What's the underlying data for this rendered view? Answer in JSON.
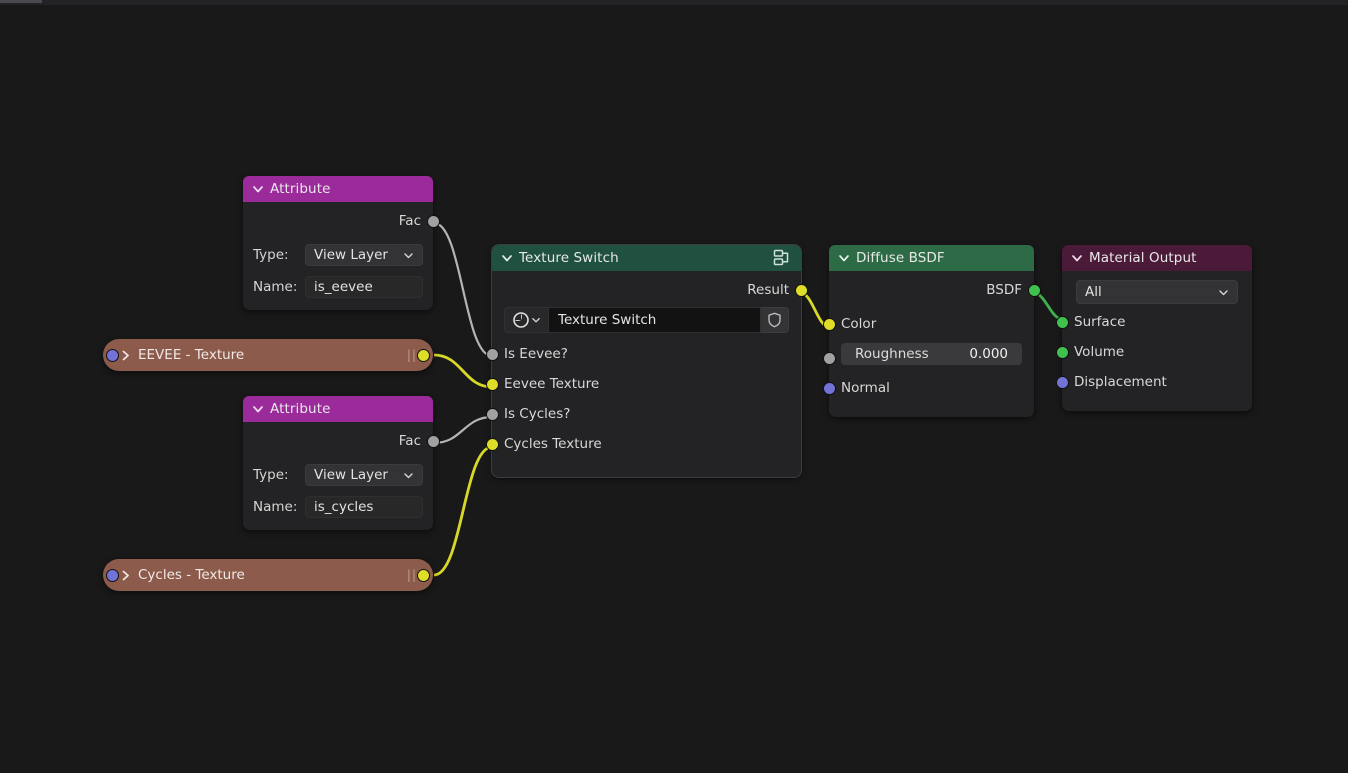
{
  "app": {
    "editor": "blender-shader-node-editor",
    "background": "#191919"
  },
  "colors": {
    "attribute_header": "#9B2A9B",
    "group_header": "#1F5040",
    "shader_header": "#2C6B45",
    "output_header": "#4A1A38",
    "collapsed_node": "#8C5B4B",
    "socket_gray": "#A1A1A1",
    "socket_yellow": "#DEDE28",
    "socket_green": "#3FC14D",
    "socket_purple": "#7372D6",
    "node_body": "#232325"
  },
  "nodes": {
    "attribute_eevee": {
      "title": "Attribute",
      "outputs": [
        {
          "label": "Fac",
          "socket": "gray"
        }
      ],
      "props": [
        {
          "label": "Type:",
          "value": "View Layer",
          "widget": "dropdown"
        },
        {
          "label": "Name:",
          "value": "is_eevee",
          "widget": "text"
        }
      ]
    },
    "attribute_cycles": {
      "title": "Attribute",
      "outputs": [
        {
          "label": "Fac",
          "socket": "gray"
        }
      ],
      "props": [
        {
          "label": "Type:",
          "value": "View Layer",
          "widget": "dropdown"
        },
        {
          "label": "Name:",
          "value": "is_cycles",
          "widget": "text"
        }
      ]
    },
    "eevee_texture": {
      "title": "EEVEE - Texture",
      "collapsed": true,
      "input_socket": "purple",
      "output_socket": "yellow",
      "grip": "||"
    },
    "cycles_texture": {
      "title": "Cycles - Texture",
      "collapsed": true,
      "input_socket": "purple",
      "output_socket": "yellow",
      "grip": "||"
    },
    "texture_switch": {
      "title": "Texture Switch",
      "header_icon": "node-group-icon",
      "outputs": [
        {
          "label": "Result",
          "socket": "yellow"
        }
      ],
      "datablock": {
        "icon": "nodetree-icon",
        "name": "Texture Switch",
        "shield": "fake-user-shield-icon"
      },
      "inputs": [
        {
          "label": "Is Eevee?",
          "socket": "gray"
        },
        {
          "label": "Eevee Texture",
          "socket": "yellow"
        },
        {
          "label": "Is Cycles?",
          "socket": "gray"
        },
        {
          "label": "Cycles Texture",
          "socket": "yellow"
        }
      ]
    },
    "diffuse_bsdf": {
      "title": "Diffuse BSDF",
      "outputs": [
        {
          "label": "BSDF",
          "socket": "green"
        }
      ],
      "inputs": [
        {
          "label": "Color",
          "socket": "yellow",
          "widget": "none"
        },
        {
          "label": "Roughness",
          "socket": "gray",
          "widget": "slider",
          "value": "0.000"
        },
        {
          "label": "Normal",
          "socket": "purple",
          "widget": "none"
        }
      ]
    },
    "material_output": {
      "title": "Material Output",
      "target": {
        "value": "All",
        "widget": "dropdown"
      },
      "inputs": [
        {
          "label": "Surface",
          "socket": "green"
        },
        {
          "label": "Volume",
          "socket": "green"
        },
        {
          "label": "Displacement",
          "socket": "purple"
        }
      ]
    }
  },
  "links": [
    {
      "from": "attribute_eevee.Fac",
      "to": "texture_switch.Is Eevee?",
      "color": "#B4B4B4"
    },
    {
      "from": "eevee_texture.out",
      "to": "texture_switch.Eevee Texture",
      "color": "#D8D828"
    },
    {
      "from": "attribute_cycles.Fac",
      "to": "texture_switch.Is Cycles?",
      "color": "#B4B4B4"
    },
    {
      "from": "cycles_texture.out",
      "to": "texture_switch.Cycles Texture",
      "color": "#D8D828"
    },
    {
      "from": "texture_switch.Result",
      "to": "diffuse_bsdf.Color",
      "color": "#D8D828"
    },
    {
      "from": "diffuse_bsdf.BSDF",
      "to": "material_output.Surface",
      "color": "#3FB14D"
    }
  ]
}
